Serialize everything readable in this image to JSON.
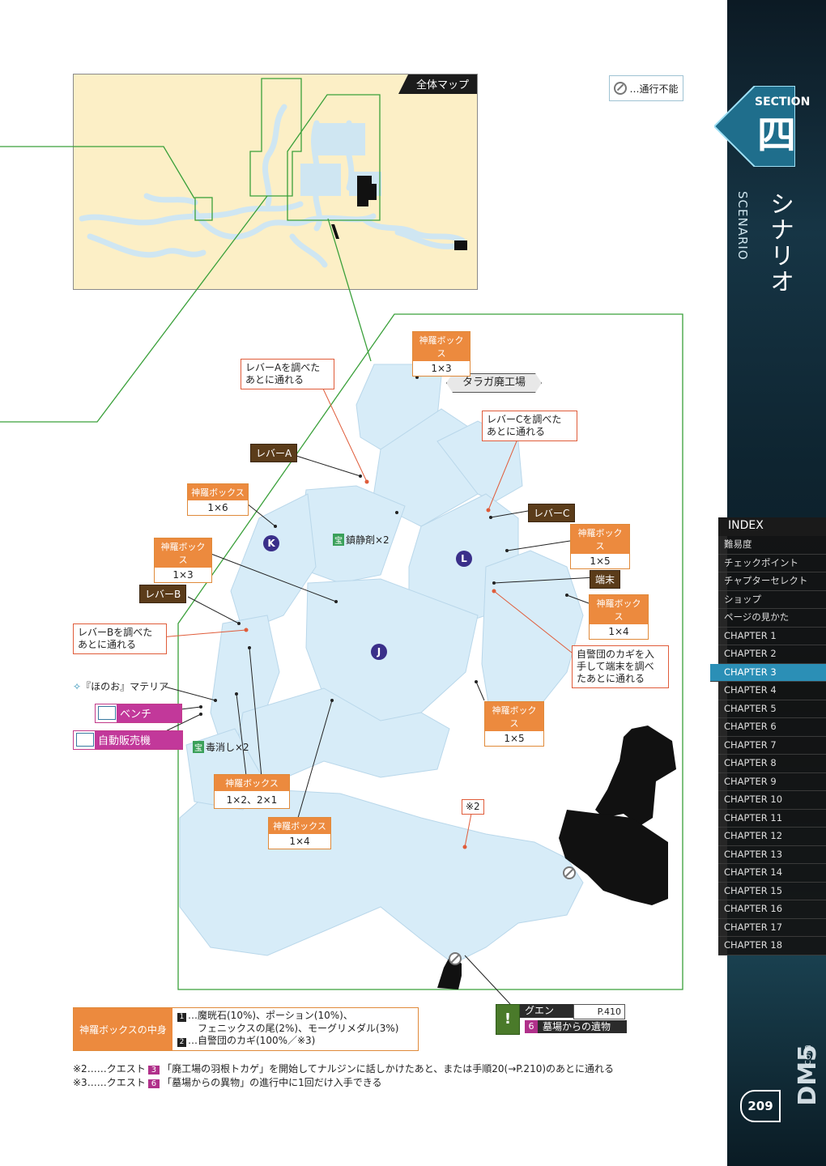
{
  "overview": {
    "title": "全体マップ"
  },
  "legend": {
    "no_entry": "…通行不能"
  },
  "location": {
    "name": "タラガ廃工場"
  },
  "section": {
    "label": "SECTION",
    "kanji": "四",
    "jp": "シナリオ",
    "en": "SCENARIO"
  },
  "index": {
    "heading": "INDEX",
    "items": [
      "難易度",
      "チェックポイント",
      "チャプターセレクト",
      "ショップ",
      "ページの見かた",
      "CHAPTER 1",
      "CHAPTER 2",
      "CHAPTER 3",
      "CHAPTER 4",
      "CHAPTER 5",
      "CHAPTER 6",
      "CHAPTER 7",
      "CHAPTER 8",
      "CHAPTER 9",
      "CHAPTER 10",
      "CHAPTER 11",
      "CHAPTER 12",
      "CHAPTER 13",
      "CHAPTER 14",
      "CHAPTER 15",
      "CHAPTER 16",
      "CHAPTER 17",
      "CHAPTER 18"
    ],
    "active": "CHAPTER 3"
  },
  "page_number": "209",
  "watermark": {
    "main": "DM5",
    "sub": ".com"
  },
  "boxes": {
    "box_title": "神羅ボックス",
    "b1": "1×3",
    "b2": "1×6",
    "b3": "1×3",
    "b4": "1×5",
    "b5": "1×4",
    "b6": "1×5",
    "b7": "1×2、2×1",
    "b8": "1×4"
  },
  "notes_on_map": {
    "leverA_note": "レバーAを調べた あとに通れる",
    "leverC_note": "レバーCを調べた あとに通れる",
    "leverB_note": "レバーBを調べた あとに通れる",
    "key_note": "自警団のカギを入 手して端末を調べ たあとに通れる",
    "ref2": "※2"
  },
  "levers": {
    "a": "レバーA",
    "b": "レバーB",
    "c": "レバーC",
    "terminal": "端末"
  },
  "areas": {
    "k": "K",
    "l": "L",
    "j": "J"
  },
  "items": {
    "sedative": "鎮静剤×2",
    "antidote": "毒消し×2",
    "materia": "『ほのお』マテリア",
    "treasure_mark": "宝"
  },
  "facilities": {
    "bench": "ベンチ",
    "vending": "自動販売機"
  },
  "quest": {
    "name": "グエン",
    "page": "P.410",
    "number": "6",
    "title": "墓場からの遺物"
  },
  "contents": {
    "heading": "神羅ボックスの中身",
    "line1": "…魔晄石(10%)、ポーション(10%)、",
    "line2": "フェニックスの尾(2%)、モーグリメダル(3%)",
    "line3": "…自警団のカギ(100%／※3)"
  },
  "footnotes": {
    "n2_pre": "※2……クエスト",
    "n2_num": "3",
    "n2_post": "「廃工場の羽根トカゲ」を開始してナルジンに話しかけたあと、または手順20(→P.210)のあとに通れる",
    "n3_pre": "※3……クエスト",
    "n3_num": "6",
    "n3_post": "「墓場からの異物」の進行中に1回だけ入手できる"
  }
}
